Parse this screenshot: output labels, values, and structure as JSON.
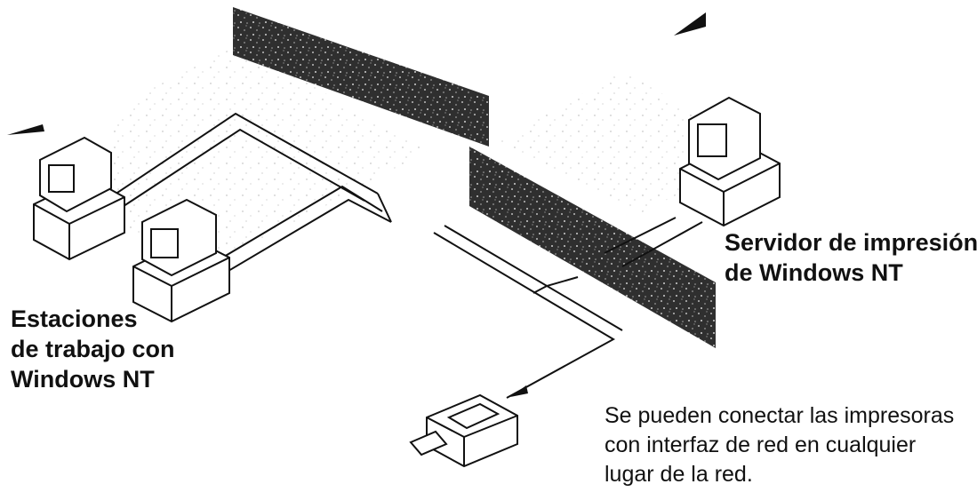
{
  "labels": {
    "workstations": {
      "line1": "Estaciones",
      "line2": "de trabajo con",
      "line3": "Windows NT"
    },
    "print_server": {
      "line1": "Servidor de impresión",
      "line2": "de Windows NT"
    },
    "printers_note": {
      "line1": "Se pueden conectar las impresoras",
      "line2": "con interfaz de red en cualquier",
      "line3": "lugar de la red."
    }
  },
  "colors": {
    "ink": "#111111",
    "wall": "#2b2b2b",
    "background": "#ffffff"
  }
}
